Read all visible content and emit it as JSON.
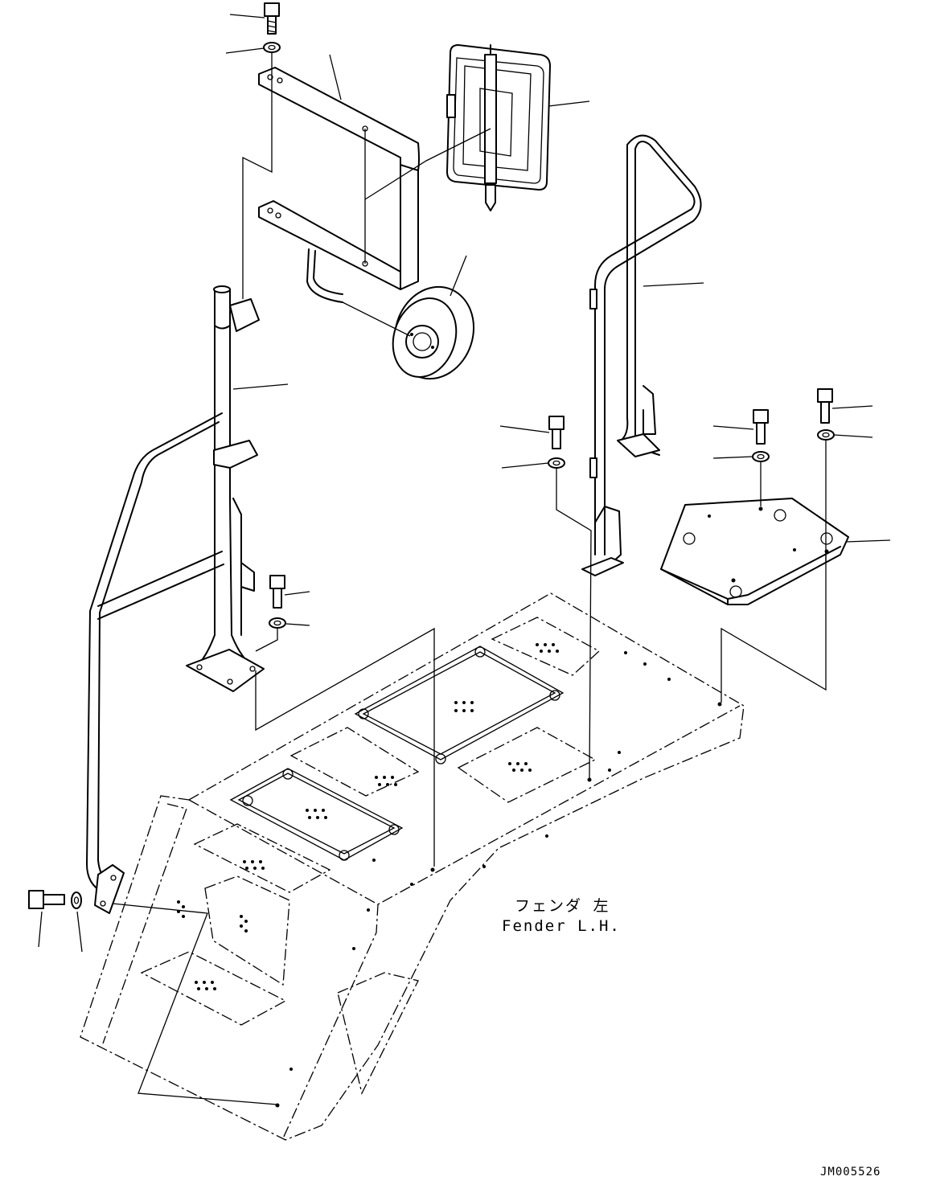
{
  "diagram": {
    "caption_jp": "フェンダ 左",
    "caption_en": "Fender L.H.",
    "drawing_id": "JM005526"
  },
  "parts": [
    {
      "name": "bolt-top"
    },
    {
      "name": "washer-top"
    },
    {
      "name": "mirror-bracket"
    },
    {
      "name": "rear-view-mirror"
    },
    {
      "name": "round-mirror"
    },
    {
      "name": "left-handrail-post"
    },
    {
      "name": "right-handrail"
    },
    {
      "name": "step-plate"
    },
    {
      "name": "fender-lh"
    }
  ]
}
